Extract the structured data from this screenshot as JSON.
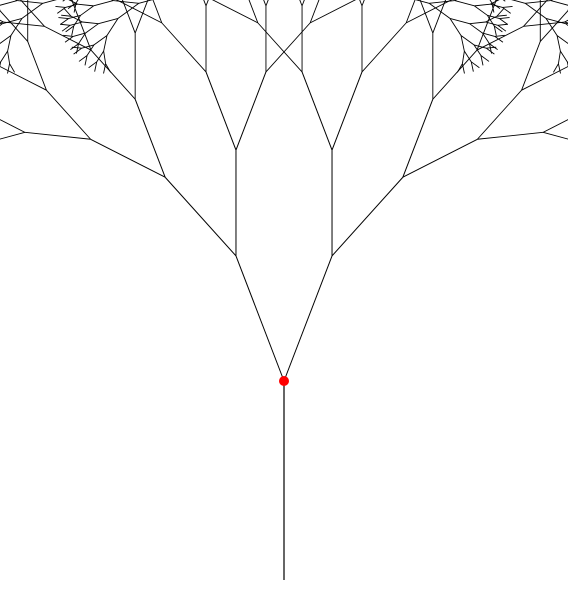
{
  "scene": {
    "title": "",
    "figure": "fractal-tree",
    "background_color": "#ffffff",
    "branch_color": "#000000",
    "root_marker_color": "#ff0000"
  },
  "tree": {
    "recursion_depth": 12,
    "branch_angle_degrees": 21,
    "length_ratio": 0.79
  }
}
